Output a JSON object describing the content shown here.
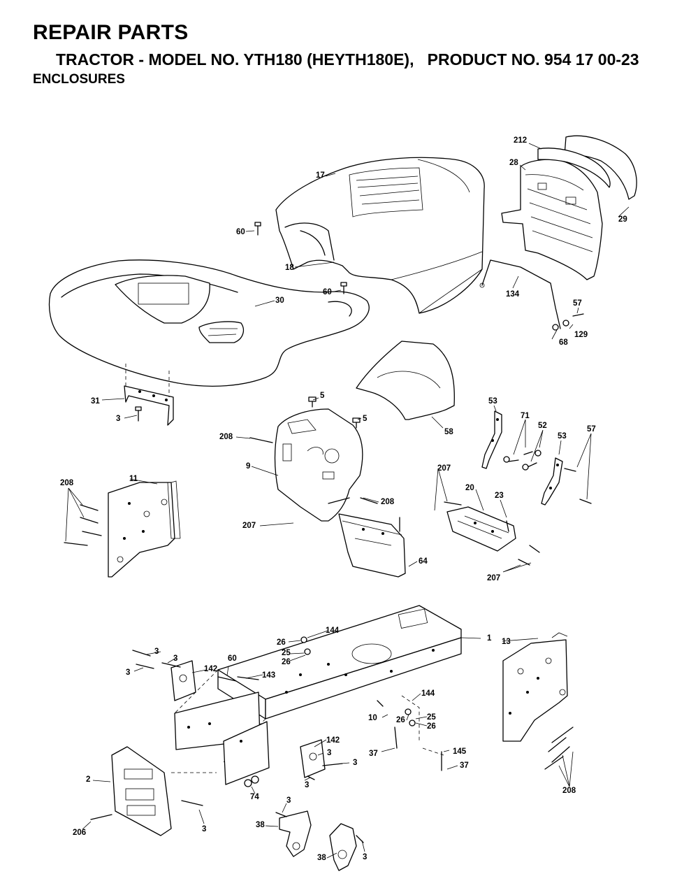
{
  "header": {
    "title": "REPAIR PARTS",
    "subtitle": "TRACTOR - MODEL NO. YTH180 (HEYTH180E),   PRODUCT NO. 954 17 00-23",
    "section": "ENCLOSURES"
  },
  "callouts": [
    {
      "id": "c212",
      "text": "212"
    },
    {
      "id": "c28",
      "text": "28"
    },
    {
      "id": "c17",
      "text": "17"
    },
    {
      "id": "c29",
      "text": "29"
    },
    {
      "id": "c60a",
      "text": "60"
    },
    {
      "id": "c18",
      "text": "18"
    },
    {
      "id": "c60b",
      "text": "60"
    },
    {
      "id": "c30",
      "text": "30"
    },
    {
      "id": "c134",
      "text": "134"
    },
    {
      "id": "c57a",
      "text": "57"
    },
    {
      "id": "c129",
      "text": "129"
    },
    {
      "id": "c68",
      "text": "68"
    },
    {
      "id": "c31",
      "text": "31"
    },
    {
      "id": "c3a",
      "text": "3"
    },
    {
      "id": "c5a",
      "text": "5"
    },
    {
      "id": "c5b",
      "text": "5"
    },
    {
      "id": "c58",
      "text": "58"
    },
    {
      "id": "c53a",
      "text": "53"
    },
    {
      "id": "c71",
      "text": "71"
    },
    {
      "id": "c52",
      "text": "52"
    },
    {
      "id": "c53b",
      "text": "53"
    },
    {
      "id": "c57b",
      "text": "57"
    },
    {
      "id": "c208a",
      "text": "208"
    },
    {
      "id": "c9",
      "text": "9"
    },
    {
      "id": "c208b",
      "text": "208"
    },
    {
      "id": "c11",
      "text": "11"
    },
    {
      "id": "c207a",
      "text": "207"
    },
    {
      "id": "c20",
      "text": "20"
    },
    {
      "id": "c23",
      "text": "23"
    },
    {
      "id": "c208c",
      "text": "208"
    },
    {
      "id": "c207b",
      "text": "207"
    },
    {
      "id": "c64",
      "text": "64"
    },
    {
      "id": "c207c",
      "text": "207"
    },
    {
      "id": "c144a",
      "text": "144"
    },
    {
      "id": "c1",
      "text": "1"
    },
    {
      "id": "c13",
      "text": "13"
    },
    {
      "id": "c26a",
      "text": "26"
    },
    {
      "id": "c25a",
      "text": "25"
    },
    {
      "id": "c26b",
      "text": "26"
    },
    {
      "id": "c3b",
      "text": "3"
    },
    {
      "id": "c3c",
      "text": "3"
    },
    {
      "id": "c3d",
      "text": "3"
    },
    {
      "id": "c60c",
      "text": "60"
    },
    {
      "id": "c142a",
      "text": "142"
    },
    {
      "id": "c143",
      "text": "143"
    },
    {
      "id": "c144b",
      "text": "144"
    },
    {
      "id": "c10",
      "text": "10"
    },
    {
      "id": "c26c",
      "text": "26"
    },
    {
      "id": "c25b",
      "text": "25"
    },
    {
      "id": "c26d",
      "text": "26"
    },
    {
      "id": "c142b",
      "text": "142"
    },
    {
      "id": "c3e",
      "text": "3"
    },
    {
      "id": "c3f",
      "text": "3"
    },
    {
      "id": "c37a",
      "text": "37"
    },
    {
      "id": "c145",
      "text": "145"
    },
    {
      "id": "c37b",
      "text": "37"
    },
    {
      "id": "c2",
      "text": "2"
    },
    {
      "id": "c74",
      "text": "74"
    },
    {
      "id": "c3g",
      "text": "3"
    },
    {
      "id": "c208d",
      "text": "208"
    },
    {
      "id": "c206",
      "text": "206"
    },
    {
      "id": "c3h",
      "text": "3"
    },
    {
      "id": "c3i",
      "text": "3"
    },
    {
      "id": "c38a",
      "text": "38"
    },
    {
      "id": "c38b",
      "text": "38"
    },
    {
      "id": "c3j",
      "text": "3"
    }
  ]
}
